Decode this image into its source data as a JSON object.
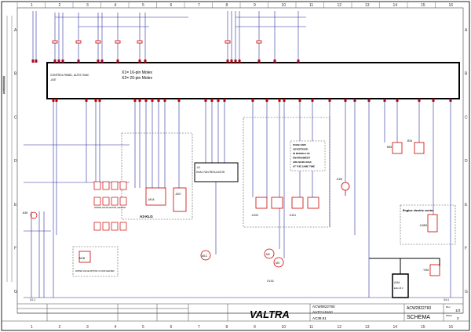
{
  "column_numbers": [
    "1",
    "2",
    "3",
    "4",
    "5",
    "6",
    "7",
    "8",
    "9",
    "10",
    "11",
    "12",
    "13",
    "14",
    "15",
    "16"
  ],
  "row_letters": [
    "A",
    "B",
    "C",
    "D",
    "E",
    "F",
    "G"
  ],
  "connector_box": {
    "line1": "X1= 16-pin Molex",
    "line2": "X2= 20-pin Molex",
    "unit_label": "CONTROL PANEL, AUTO HVAC",
    "unit_code": "-A1E"
  },
  "components": {
    "a2": "A2-KLG",
    "hvac_fan_regulator": "HVAC FAN REGULATOR",
    "hvac_fan_regulator_code": "-U1",
    "m1a": "-M1A",
    "m1b": "-M1B",
    "m1c": "M1C",
    "m1": "M1",
    "m2": "M2",
    "m3": "M3",
    "b37": "-B37",
    "b36": "-B36",
    "b38": "-B38",
    "b35": "B35",
    "k100": "-K100",
    "k101": "-K101",
    "s1m": "-S1M",
    "b34": "-B34",
    "k18m": "-K18M",
    "y2m": "-Y2M",
    "a1m": "A1M",
    "a1m_note": "ENG 25 0",
    "x2_1": "X2-1",
    "x4_1": "X4:1",
    "x1_51": "X1:51"
  },
  "note_box": {
    "lines": [
      "OCEB A/BR",
      "ADVERTISSE-",
      "IN MODDLE OF",
      "ENVIRONMENT",
      "ARE MAIN HVAC",
      "AT THE SAME TIME"
    ]
  },
  "engine_centre": "Engine electric centre",
  "water_valve_label": "WATER VALVE MOTOR, HEATER",
  "water_valve_label_2": "WATER VALVE MOTOR, FLOOR HEATER",
  "title_block": {
    "doc_no_1": "ACW0822760",
    "doc_no_2": "ACW2822760",
    "title": "AUTO HVAC",
    "code": "AC38.51",
    "type": "SCHEMA",
    "sheet_total": "2",
    "sheet_frac": "1/2",
    "brand": "VALTRA",
    "revision_label": "Rev.",
    "sheet_label": "Sheet"
  }
}
